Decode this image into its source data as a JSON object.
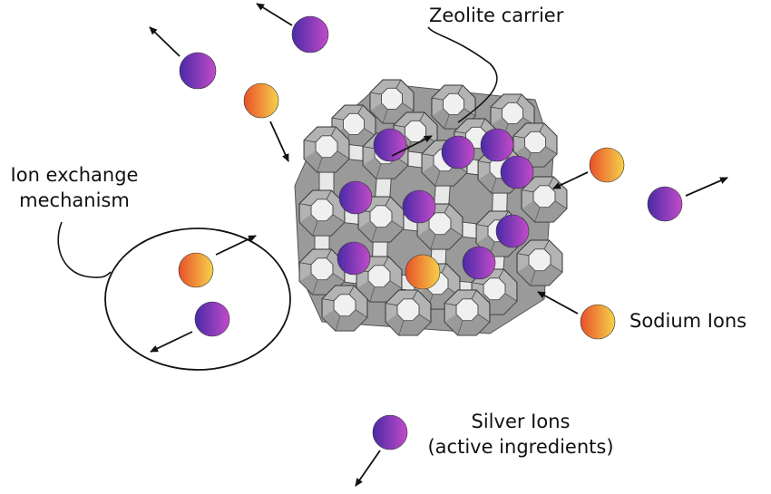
{
  "labels": {
    "zeolite": "Zeolite carrier",
    "ion_exchange_line1": "Ion exchange",
    "ion_exchange_line2": "mechanism",
    "sodium": "Sodium Ions",
    "silver_line1": "Silver Ions",
    "silver_line2": "(active ingredients)"
  },
  "colors": {
    "silver_ion_start": "#4a2aa6",
    "silver_ion_end": "#c24bc9",
    "sodium_ion_start": "#e8502a",
    "sodium_ion_end": "#f6d24a",
    "cage_light": "#f0f0f0",
    "cage_mid": "#b3b3b3",
    "cage_dark": "#7d7d7d",
    "outline": "#111111"
  },
  "icons": {
    "arrow": "arrow-icon",
    "silver_ion": "silver-ion-icon",
    "sodium_ion": "sodium-ion-icon"
  }
}
